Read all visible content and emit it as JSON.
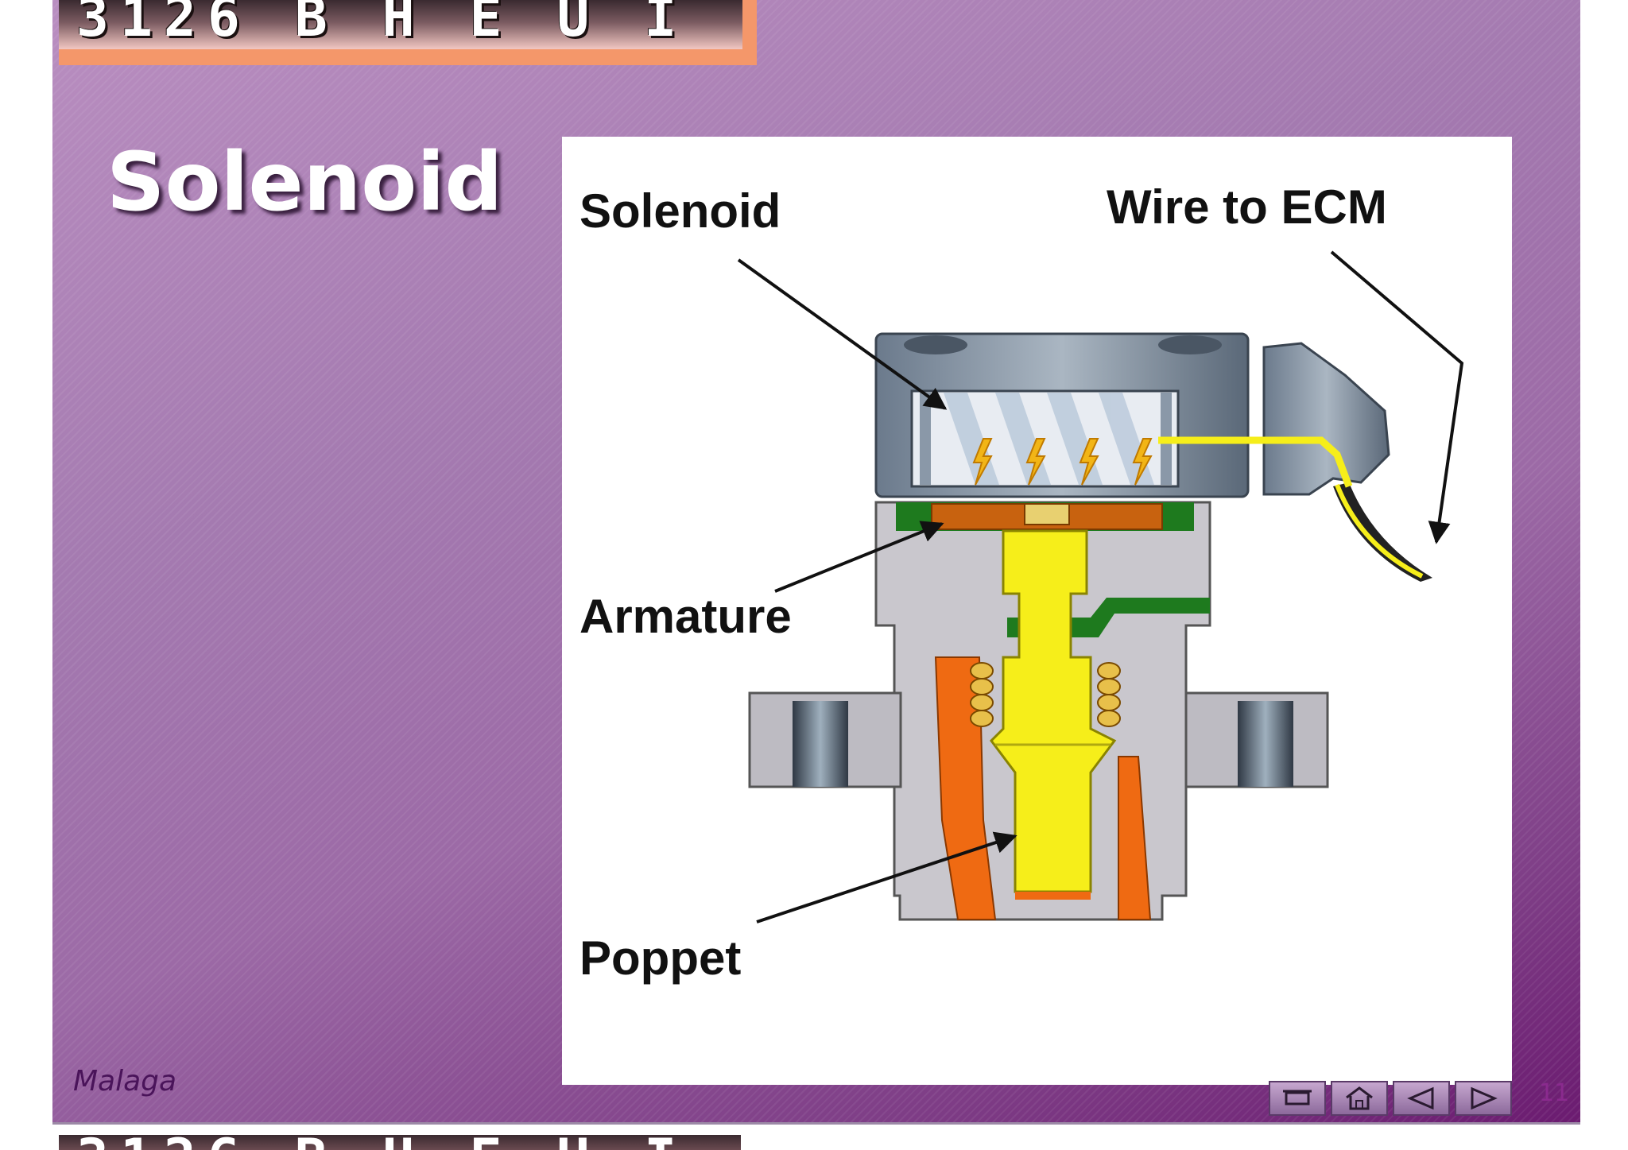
{
  "header": {
    "title": "3126 B  H E U I"
  },
  "slide": {
    "title": "Solenoid"
  },
  "diagram": {
    "labels": {
      "solenoid": "Solenoid",
      "wire": "Wire to ECM",
      "armature": "Armature",
      "poppet": "Poppet"
    }
  },
  "footer": {
    "brand": "Malaga",
    "page_number": "11",
    "nav_icons": [
      "end-show-icon",
      "home-icon",
      "previous-icon",
      "next-icon"
    ]
  },
  "colors": {
    "slide_bg": "#9c6aa6",
    "header_accent": "#f4976a",
    "poppet_yellow": "#f6ee1a",
    "body_gray": "#c9c7cd",
    "spring_orange": "#ef6a12",
    "armature_green": "#1e7a1e"
  }
}
